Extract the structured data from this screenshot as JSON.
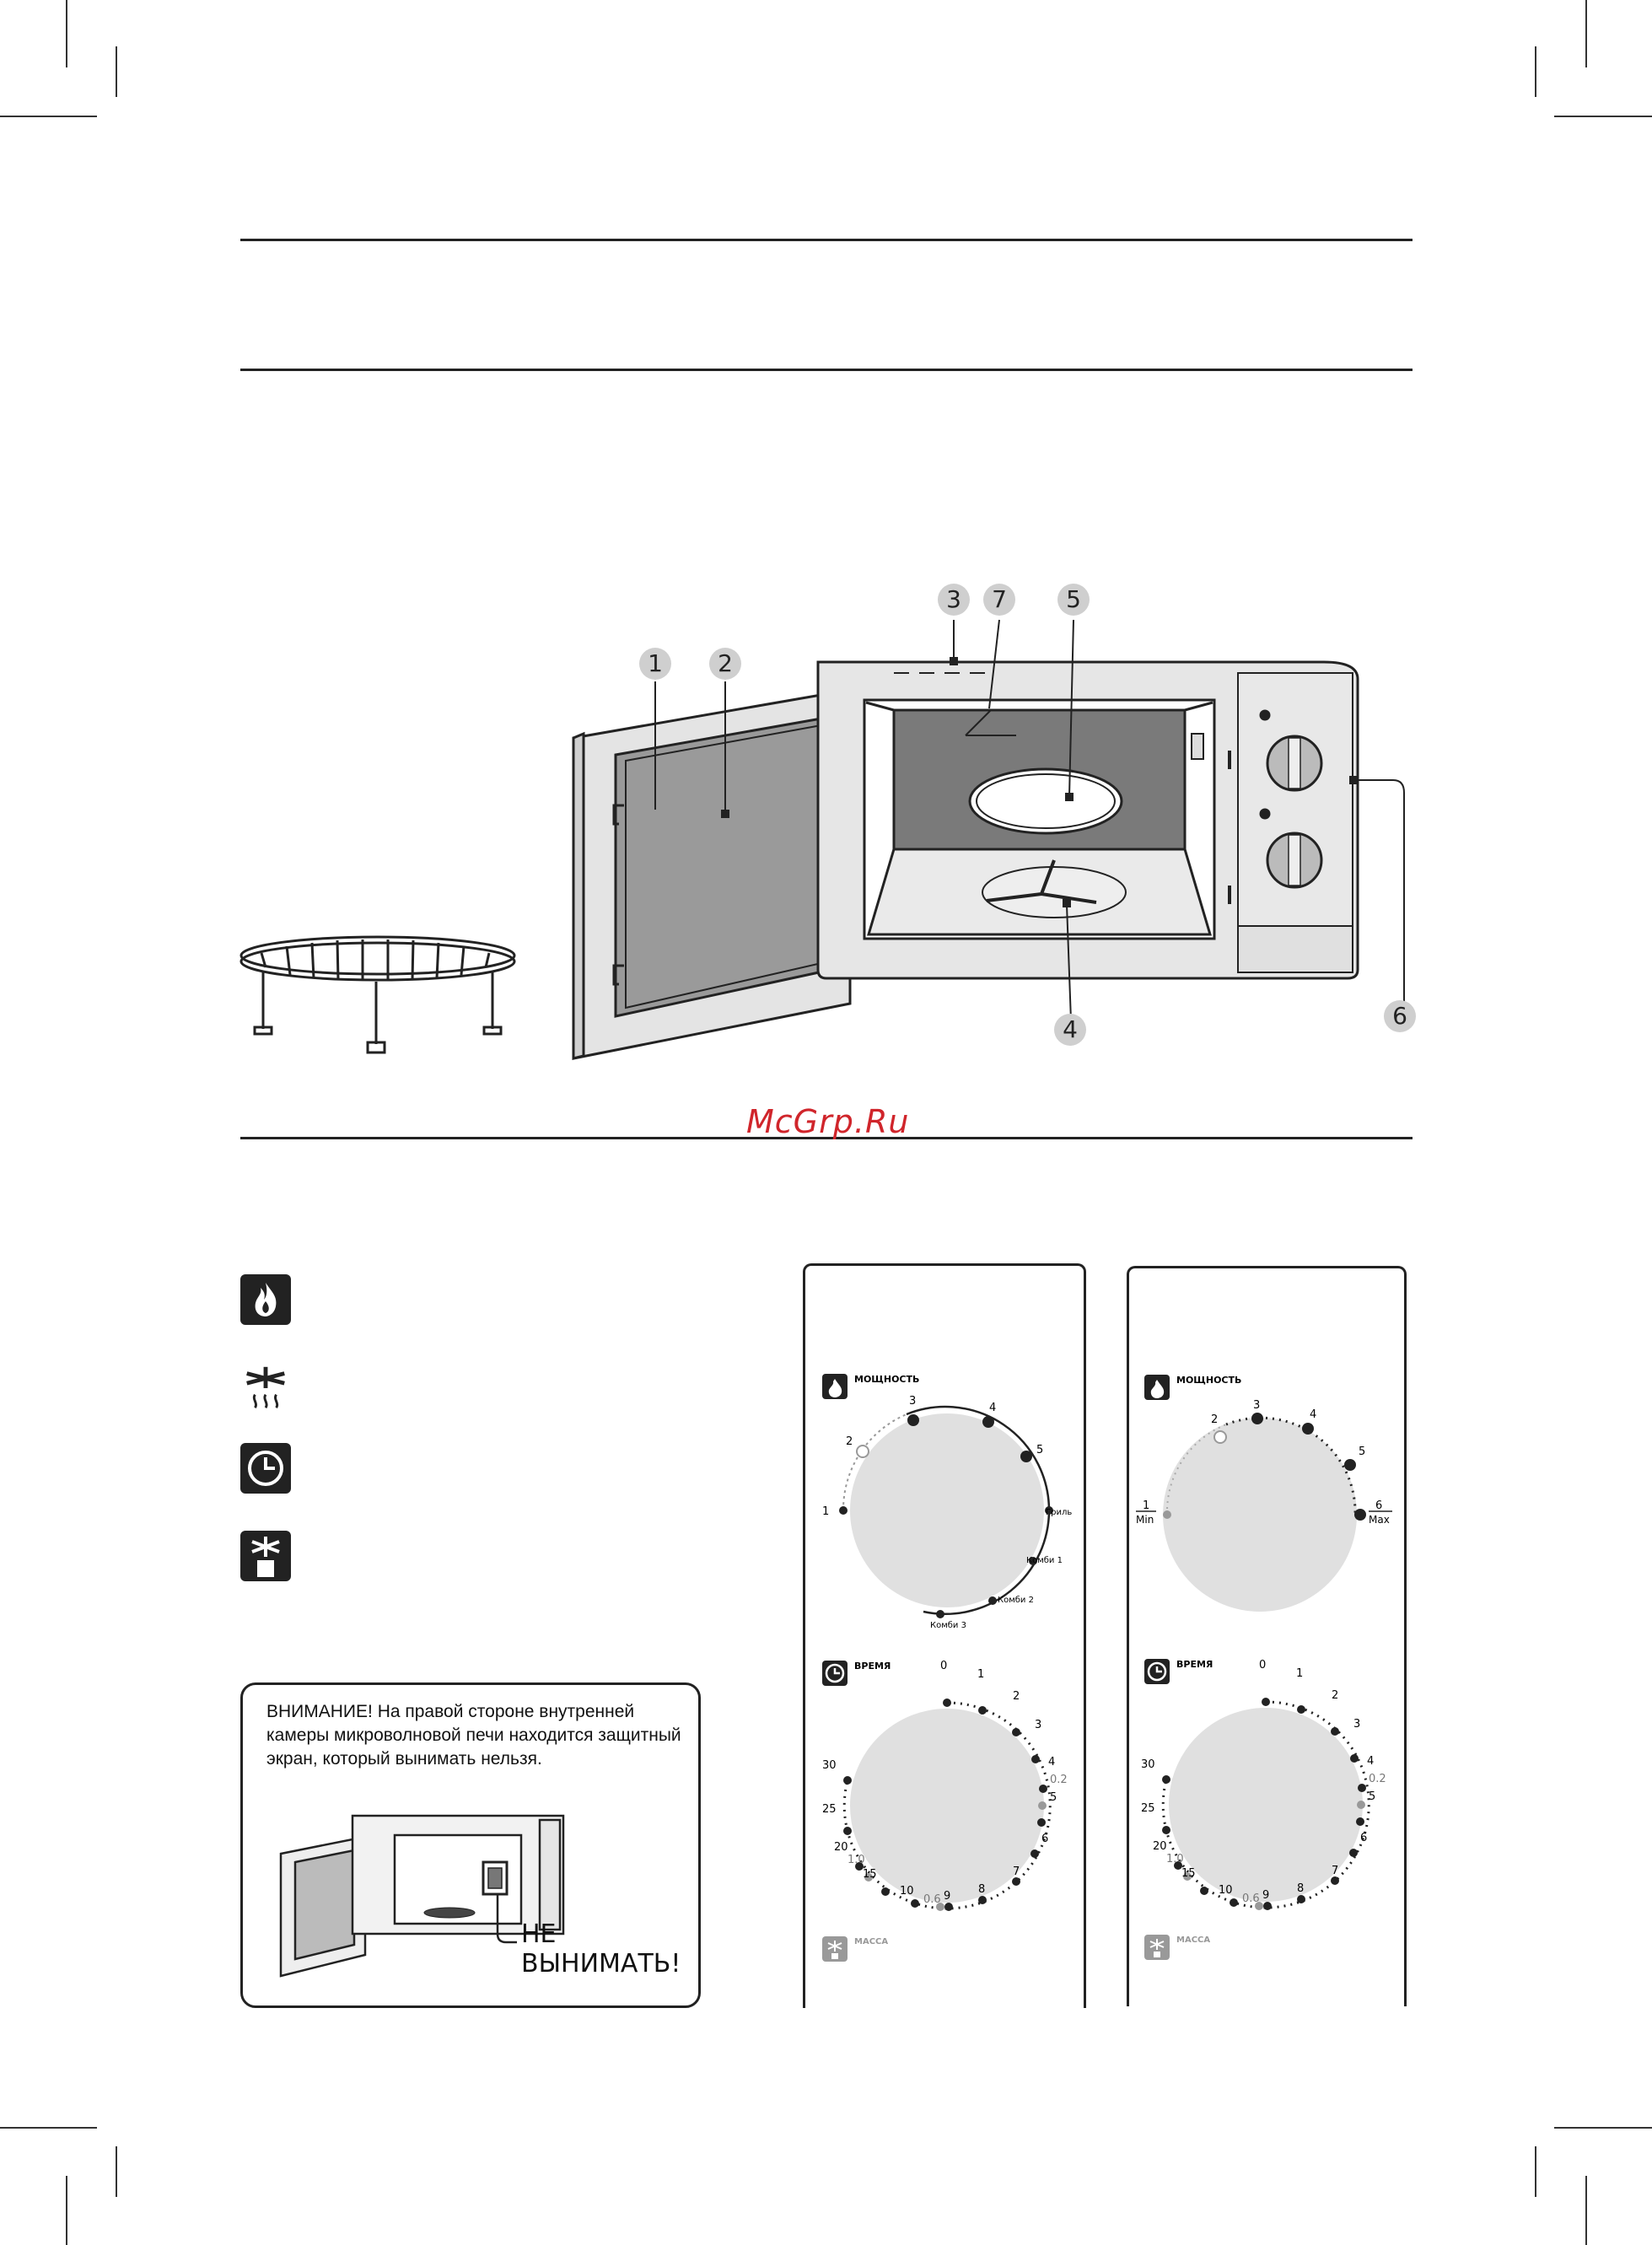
{
  "watermark": "McGrp.Ru",
  "callouts": [
    "1",
    "2",
    "3",
    "7",
    "5",
    "4",
    "6"
  ],
  "mode_icons": [
    "flame-icon",
    "defrost-icon",
    "clock-icon",
    "weight-defrost-icon"
  ],
  "warning": {
    "text": "ВНИМАНИЕ!  На правой стороне внутренней камеры микроволновой печи находится защитный экран, который вынимать нельзя.",
    "label": "НЕ ВЫНИМАТЬ!"
  },
  "panel_left": {
    "power_title": "МОЩНОСТЬ",
    "power_labels": [
      "1",
      "2",
      "3",
      "4",
      "5",
      "Гриль",
      "Комби 1",
      "Комби 2",
      "Комби 3"
    ],
    "time_title": "ВРЕМЯ",
    "time_labels": [
      "0",
      "1",
      "2",
      "3",
      "4",
      "0.2",
      "5",
      "6",
      "7",
      "8",
      "9",
      "0.6",
      "10",
      "15",
      "1.0",
      "20",
      "25",
      "30"
    ],
    "weight_title": "МАССА"
  },
  "panel_right": {
    "power_title": "МОЩНОСТЬ",
    "power_labels": [
      "1",
      "Min",
      "2",
      "3",
      "4",
      "5",
      "6",
      "Max"
    ],
    "time_title": "ВРЕМЯ",
    "time_labels": [
      "0",
      "1",
      "2",
      "3",
      "4",
      "0.2",
      "5",
      "6",
      "7",
      "8",
      "9",
      "0.6",
      "10",
      "15",
      "1.0",
      "20",
      "25",
      "30"
    ],
    "weight_title": "МАССА"
  }
}
